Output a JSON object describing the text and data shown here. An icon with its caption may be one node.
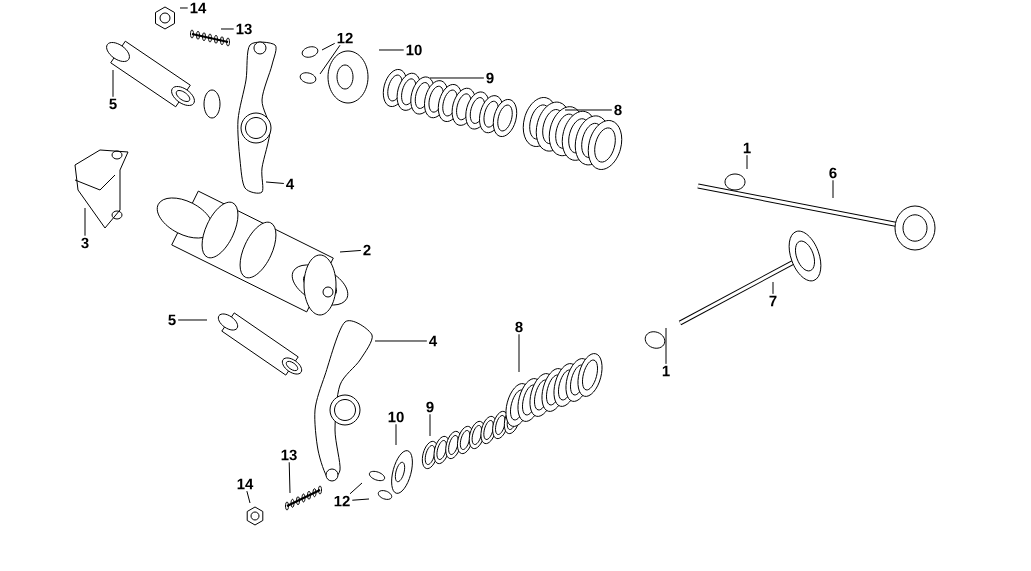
{
  "diagram": {
    "nodes": [
      {
        "text": [
          "14"
        ]
      },
      {
        "text": [
          "13"
        ]
      },
      {
        "text": [
          "12"
        ]
      },
      {
        "text": [
          "10"
        ]
      },
      {
        "text": [
          "9"
        ]
      },
      {
        "text": [
          "8"
        ]
      },
      {
        "text": [
          "5"
        ]
      },
      {
        "text": [
          "4"
        ]
      },
      {
        "text": [
          "3"
        ]
      },
      {
        "text": [
          "2"
        ]
      },
      {
        "text": [
          "1"
        ]
      },
      {
        "text": [
          "6"
        ]
      },
      {
        "text": [
          "7"
        ]
      },
      {
        "text": [
          "1"
        ]
      },
      {
        "text": [
          "5"
        ]
      },
      {
        "text": [
          "4"
        ]
      },
      {
        "text": [
          "8"
        ]
      },
      {
        "text": [
          "9"
        ]
      },
      {
        "text": [
          "10"
        ]
      },
      {
        "text": [
          "13"
        ]
      },
      {
        "text": [
          "14"
        ]
      },
      {
        "text": [
          "12"
        ]
      }
    ],
    "edges": [
      {
        "from": 0,
        "to": null,
        "arrow": "none"
      },
      {
        "from": 1,
        "to": null,
        "arrow": "none"
      },
      {
        "from": 2,
        "to": null,
        "arrow": "none"
      },
      {
        "from": 2,
        "to": null,
        "arrow": "none"
      },
      {
        "from": 3,
        "to": null,
        "arrow": "none"
      },
      {
        "from": 4,
        "to": null,
        "arrow": "none"
      },
      {
        "from": 5,
        "to": null,
        "arrow": "none"
      },
      {
        "from": 6,
        "to": null,
        "arrow": "none"
      },
      {
        "from": 7,
        "to": null,
        "arrow": "none"
      },
      {
        "from": 8,
        "to": null,
        "arrow": "none"
      },
      {
        "from": 9,
        "to": null,
        "arrow": "none"
      },
      {
        "from": 10,
        "to": null,
        "arrow": "none"
      },
      {
        "from": 11,
        "to": null,
        "arrow": "none"
      },
      {
        "from": 12,
        "to": null,
        "arrow": "none"
      },
      {
        "from": 13,
        "to": null,
        "arrow": "none"
      },
      {
        "from": 14,
        "to": null,
        "arrow": "none"
      },
      {
        "from": 15,
        "to": null,
        "arrow": "none"
      },
      {
        "from": 16,
        "to": null,
        "arrow": "none"
      },
      {
        "from": 17,
        "to": null,
        "arrow": "none"
      },
      {
        "from": 18,
        "to": null,
        "arrow": "none"
      },
      {
        "from": 19,
        "to": null,
        "arrow": "none"
      },
      {
        "from": 20,
        "to": null,
        "arrow": "none"
      },
      {
        "from": 21,
        "to": null,
        "arrow": "none"
      },
      {
        "from": 21,
        "to": null,
        "arrow": "none"
      }
    ]
  }
}
